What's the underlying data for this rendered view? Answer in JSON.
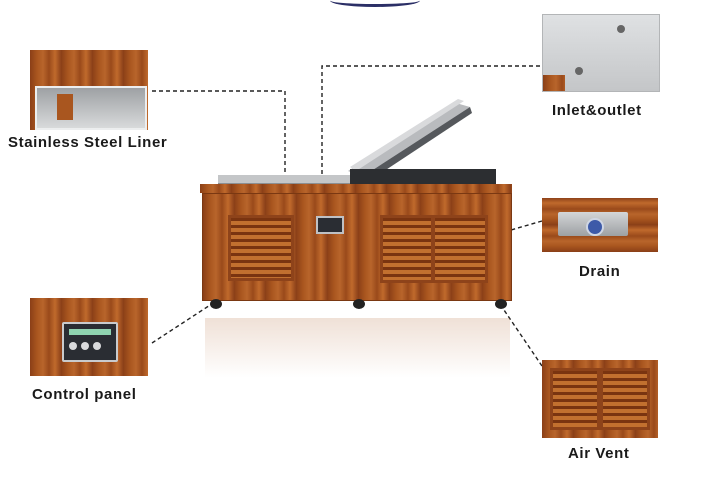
{
  "labels": {
    "liner": "Stainless Steel Liner",
    "inlet": "Inlet&outlet",
    "drain": "Drain",
    "control": "Control panel",
    "vent": "Air Vent"
  },
  "colors": {
    "wood": "#a9561f",
    "steel": "#c9cbcd",
    "panel": "#2a2d33",
    "leader": "#222222"
  }
}
